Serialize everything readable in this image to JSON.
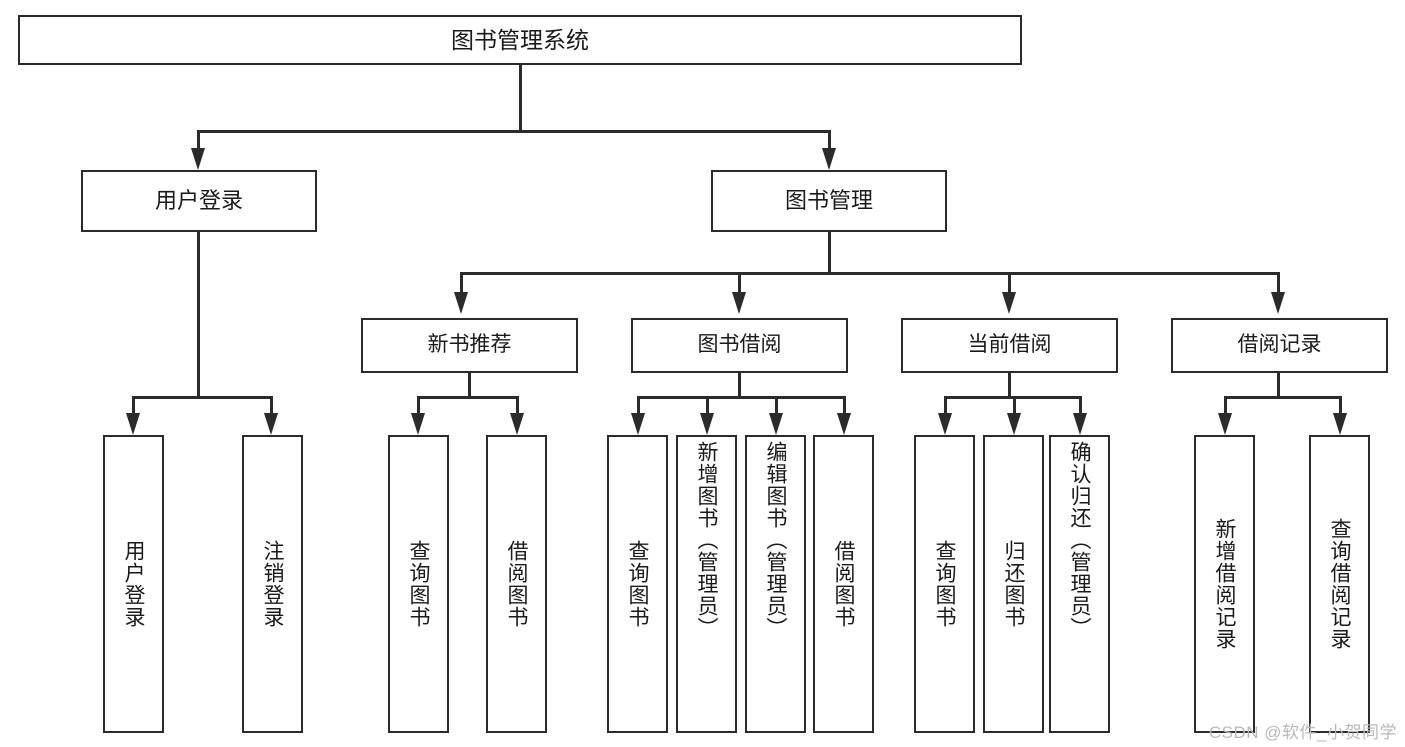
{
  "diagram": {
    "type": "tree-hierarchy-chart",
    "title": "图书管理系统",
    "orientation": "top-down",
    "line_color": "#2b2b2b",
    "background_color": "#ffffff"
  },
  "root": {
    "label": "图书管理系统"
  },
  "level2": [
    {
      "label": "用户登录"
    },
    {
      "label": "图书管理"
    }
  ],
  "level3": [
    {
      "label": "新书推荐"
    },
    {
      "label": "图书借阅"
    },
    {
      "label": "当前借阅"
    },
    {
      "label": "借阅记录"
    }
  ],
  "leaves": {
    "user_login": [
      {
        "label": "用户登录",
        "align": "mid"
      },
      {
        "label": "注销登录",
        "align": "mid"
      }
    ],
    "new_book_recommend": [
      {
        "label": "查询图书",
        "align": "mid"
      },
      {
        "label": "借阅图书",
        "align": "mid"
      }
    ],
    "book_borrow": [
      {
        "label": "查询图书",
        "align": "mid"
      },
      {
        "label": "新增图书（管理员）",
        "align": "top"
      },
      {
        "label": "编辑图书（管理员）",
        "align": "top"
      },
      {
        "label": "借阅图书",
        "align": "mid"
      }
    ],
    "current_borrow": [
      {
        "label": "查询图书",
        "align": "mid"
      },
      {
        "label": "归还图书",
        "align": "mid"
      },
      {
        "label": "确认归还（管理员）",
        "align": "top"
      }
    ],
    "borrow_record": [
      {
        "label": "新增借阅记录",
        "align": "mid"
      },
      {
        "label": "查询借阅记录",
        "align": "mid"
      }
    ]
  },
  "watermark": {
    "text": "CSDN @软件_小贺同学"
  }
}
